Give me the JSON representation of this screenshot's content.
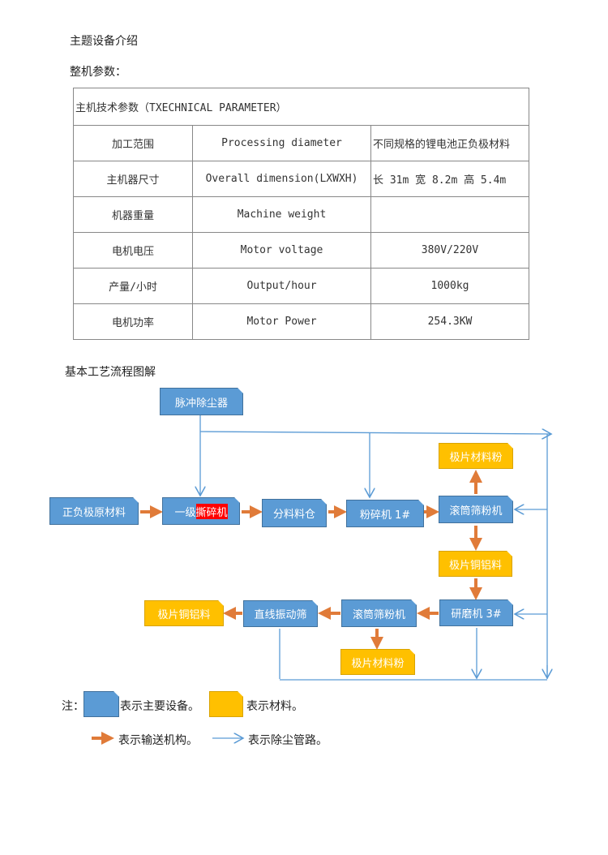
{
  "headings": {
    "intro": "主题设备介绍",
    "params": "整机参数：",
    "flow": "基本工艺流程图解"
  },
  "table": {
    "title": "主机技术参数（TXECHNICAL PARAMETER）",
    "rows": [
      [
        "加工范围",
        "Processing diameter",
        "不同规格的锂电池正负极材料"
      ],
      [
        "主机器尺寸",
        "Overall dimension(LXWXH)",
        "长 31m 宽 8.2m 高 5.4m"
      ],
      [
        "机器重量",
        "Machine weight",
        ""
      ],
      [
        "电机电压",
        "Motor voltage",
        "380V/220V"
      ],
      [
        "产量/小时",
        "Output/hour",
        "1000kg"
      ],
      [
        "电机功率",
        "Motor Power",
        "254.3KW"
      ]
    ]
  },
  "flow": {
    "dust": "脉冲除尘器",
    "raw": "正负极原材料",
    "shred_a": "一级",
    "shred_b": "撕碎机",
    "bin": "分料料仓",
    "crusher": "粉碎机 1#",
    "drum1": "滚筒筛粉机",
    "powder1": "极片材料粉",
    "cual1": "极片铜铝料",
    "grinder": "研磨机 3#",
    "drum2": "滚筒筛粉机",
    "screen": "直线振动筛",
    "cual2": "极片铜铝料",
    "powder2": "极片材料粉"
  },
  "legend": {
    "note": "注：",
    "equip": "表示主要设备。",
    "material": "表示材料。",
    "convey": "表示输送机构。",
    "dust": "表示除尘管路。"
  },
  "colors": {
    "equipment": "#5b9bd5",
    "material": "#ffc000",
    "conveyor": "#e07b39",
    "dust_line": "#5b9bd5"
  }
}
